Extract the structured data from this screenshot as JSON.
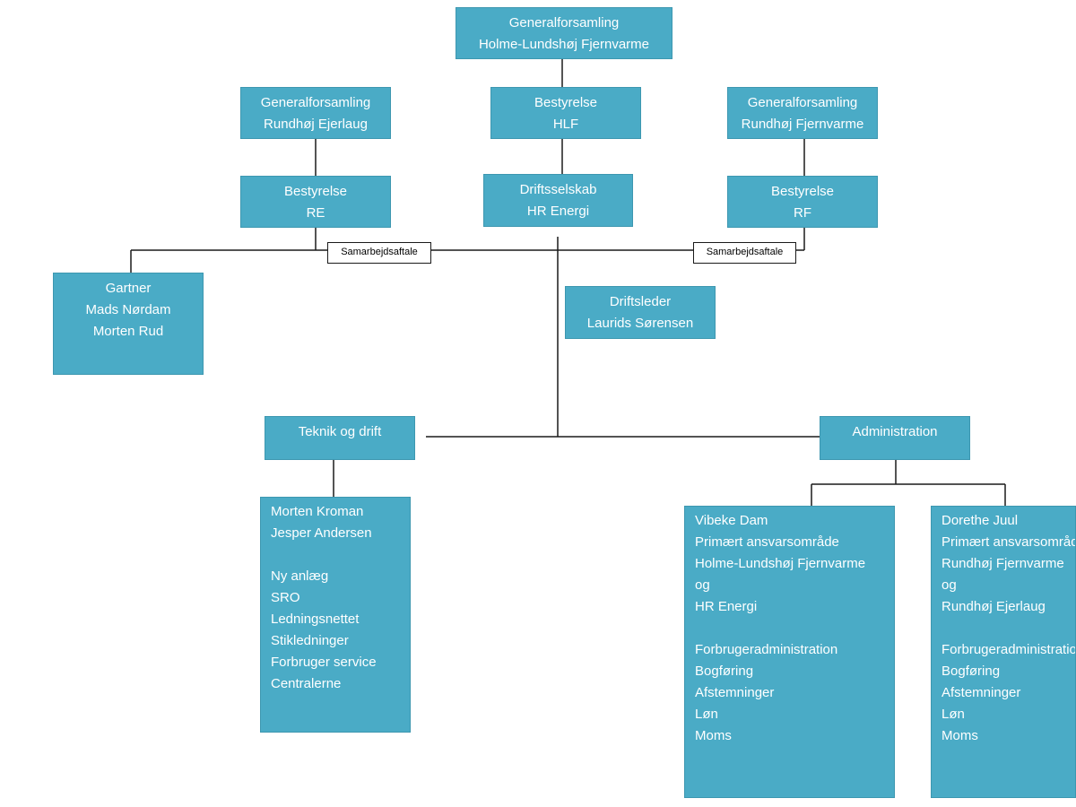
{
  "boxes": {
    "gf_hlf": [
      "Generalforsamling",
      "Holme-Lundshøj Fjernvarme"
    ],
    "gf_re": [
      "Generalforsamling",
      "Rundhøj Ejerlaug"
    ],
    "best_hlf": [
      "Bestyrelse",
      "HLF"
    ],
    "gf_rf": [
      "Generalforsamling",
      "Rundhøj Fjernvarme"
    ],
    "best_re": [
      "Bestyrelse",
      "RE"
    ],
    "drift_hr": [
      "Driftsselskab",
      "HR Energi"
    ],
    "best_rf": [
      "Bestyrelse",
      "RF"
    ],
    "gartner": [
      "Gartner",
      "Mads Nørdam",
      "Morten Rud"
    ],
    "driftsleder": [
      "Driftsleder",
      "Laurids Sørensen"
    ],
    "teknik": [
      "Teknik og drift"
    ],
    "admin": [
      "Administration"
    ],
    "teknik_staff": [
      "Morten Kroman",
      "Jesper Andersen",
      "",
      "Ny anlæg",
      "SRO",
      "Ledningsnettet",
      "Stikledninger",
      "Forbruger service",
      "Centralerne"
    ],
    "vibeke": [
      "Vibeke Dam",
      "Primært ansvarsområde",
      "Holme-Lundshøj Fjernvarme",
      "og",
      "HR Energi",
      "",
      "Forbrugeradministration",
      "Bogføring",
      "Afstemninger",
      "Løn",
      "Moms"
    ],
    "dorethe": [
      "Dorethe Juul",
      "Primært ansvarsområde",
      "Rundhøj Fjernvarme",
      "og",
      "Rundhøj Ejerlaug",
      "",
      "Forbrugeradministration",
      "Bogføring",
      "Afstemninger",
      "Løn",
      "Moms"
    ]
  },
  "labels": {
    "samarbejde_left": "Samarbejdsaftale",
    "samarbejde_right": "Samarbejdsaftale"
  }
}
